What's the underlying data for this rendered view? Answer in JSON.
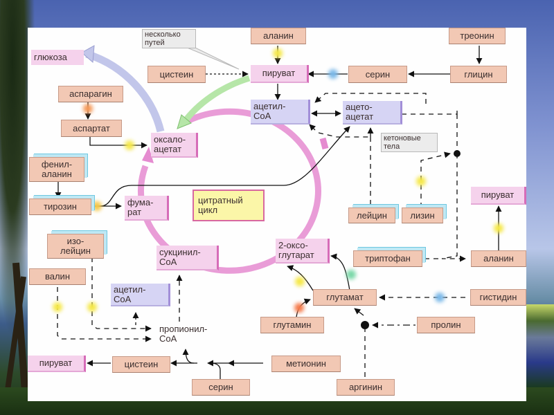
{
  "diagram": {
    "title": "цитратный\nцикл",
    "note_several_paths": "несколько\nпутей",
    "note_ketone_bodies": "кетоновые\nтела",
    "nodes": {
      "glucose": "глюкоза",
      "alanine_top": "аланин",
      "threonine": "треонин",
      "cysteine_top": "цистеин",
      "pyruvate_top": "пируват",
      "serine_top": "серин",
      "glycine": "глицин",
      "asparagine": "аспарагин",
      "acetyl_coa_top": "ацетил-\nСоА",
      "acetoacetate": "ацето-\nацетат",
      "aspartate": "аспартат",
      "oxaloacetate": "оксало-\nацетат",
      "phenylalanine": "фенил-\nаланин",
      "tyrosine": "тирозин",
      "fumarate": "фума-\nрат",
      "leucine": "лейцин",
      "lysine": "лизин",
      "pyruvate_right": "пируват",
      "isoleucine": "изо-\nлейцин",
      "succinyl_coa": "сукцинил-\nСоА",
      "oxoglutarate": "2-оксо-\nглутарат",
      "tryptophan": "триптофан",
      "alanine_right": "аланин",
      "valine": "валин",
      "acetyl_coa_bottom": "ацетил-\nСоА",
      "glutamate": "глутамат",
      "histidine": "гистидин",
      "propionyl_coa": "пропионил-\nСоА",
      "glutamine": "глутамин",
      "proline": "пролин",
      "pyruvate_bottom": "пируват",
      "cysteine_bottom": "цистеин",
      "methionine": "метионин",
      "serine_bottom": "серин",
      "arginine": "аргинин"
    },
    "colors": {
      "amino_acid": "#f2c8b4",
      "metabolite": "#f5d2ec",
      "acetyl": "#d6d4f4",
      "cycle_ring": "#e58bd0",
      "cycle_label": "#fbf6a8",
      "gluconeogenesis_arrow": "#c2c6ea",
      "pyruvate_arrow": "#b6e6a8"
    }
  }
}
